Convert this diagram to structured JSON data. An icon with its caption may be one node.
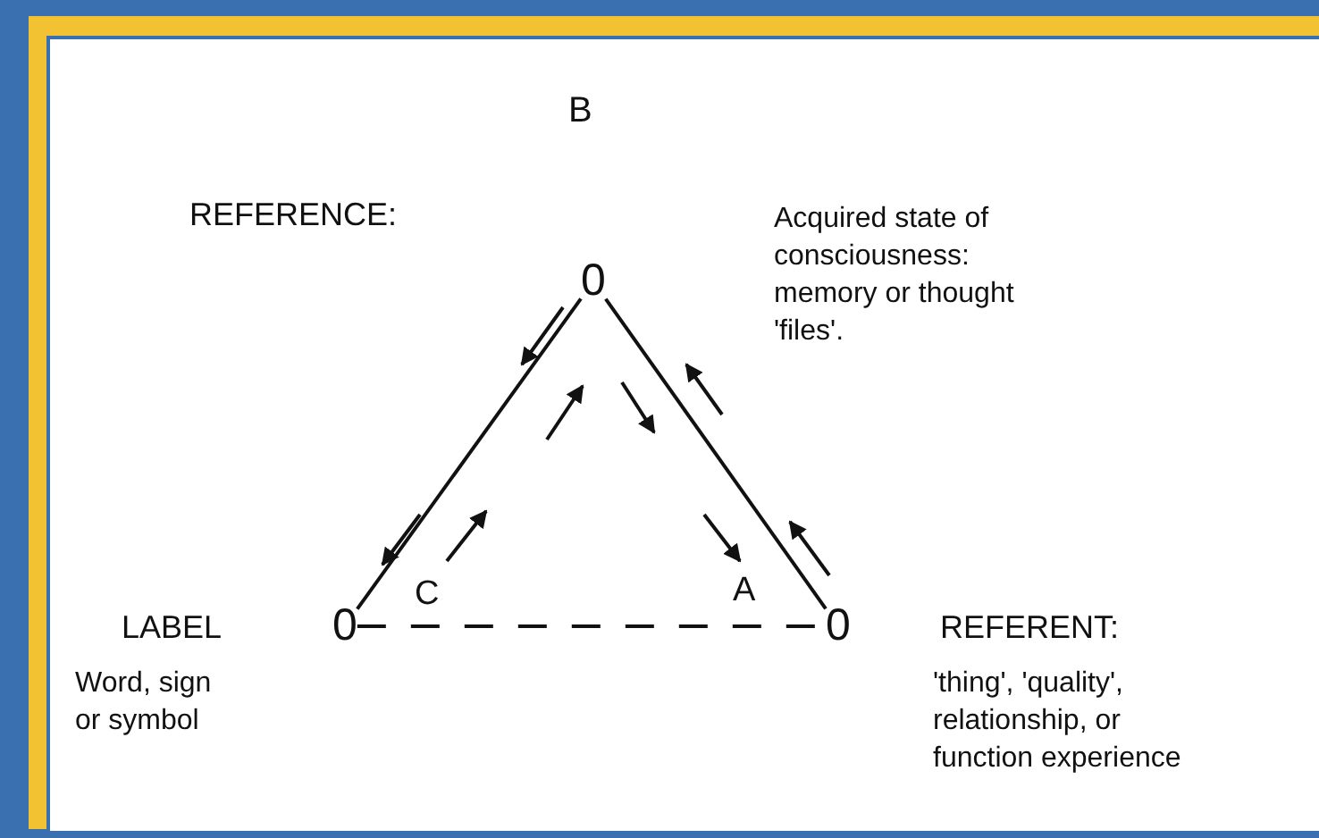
{
  "diagram": {
    "nodes": [
      {
        "text": [
          "0"
        ]
      },
      {
        "text": [
          "0"
        ],
        "beside": [
          "LABEL",
          "Word, sign or symbol"
        ]
      },
      {
        "text": [
          "0"
        ],
        "beside": [
          "REFERENT:",
          "'thing', 'quality', relationship, or function experience"
        ]
      }
    ],
    "edges": [
      {
        "from": 0,
        "to": 1,
        "arrow": "none"
      },
      {
        "from": 0,
        "to": 2,
        "arrow": "none"
      },
      {
        "from": 1,
        "to": 2,
        "arrow": "none",
        "style": "dashed"
      }
    ],
    "labels": [
      "B",
      "REFERENCE:",
      "Acquired state of consciousness: memory or thought 'files'.",
      "C",
      "A"
    ]
  }
}
